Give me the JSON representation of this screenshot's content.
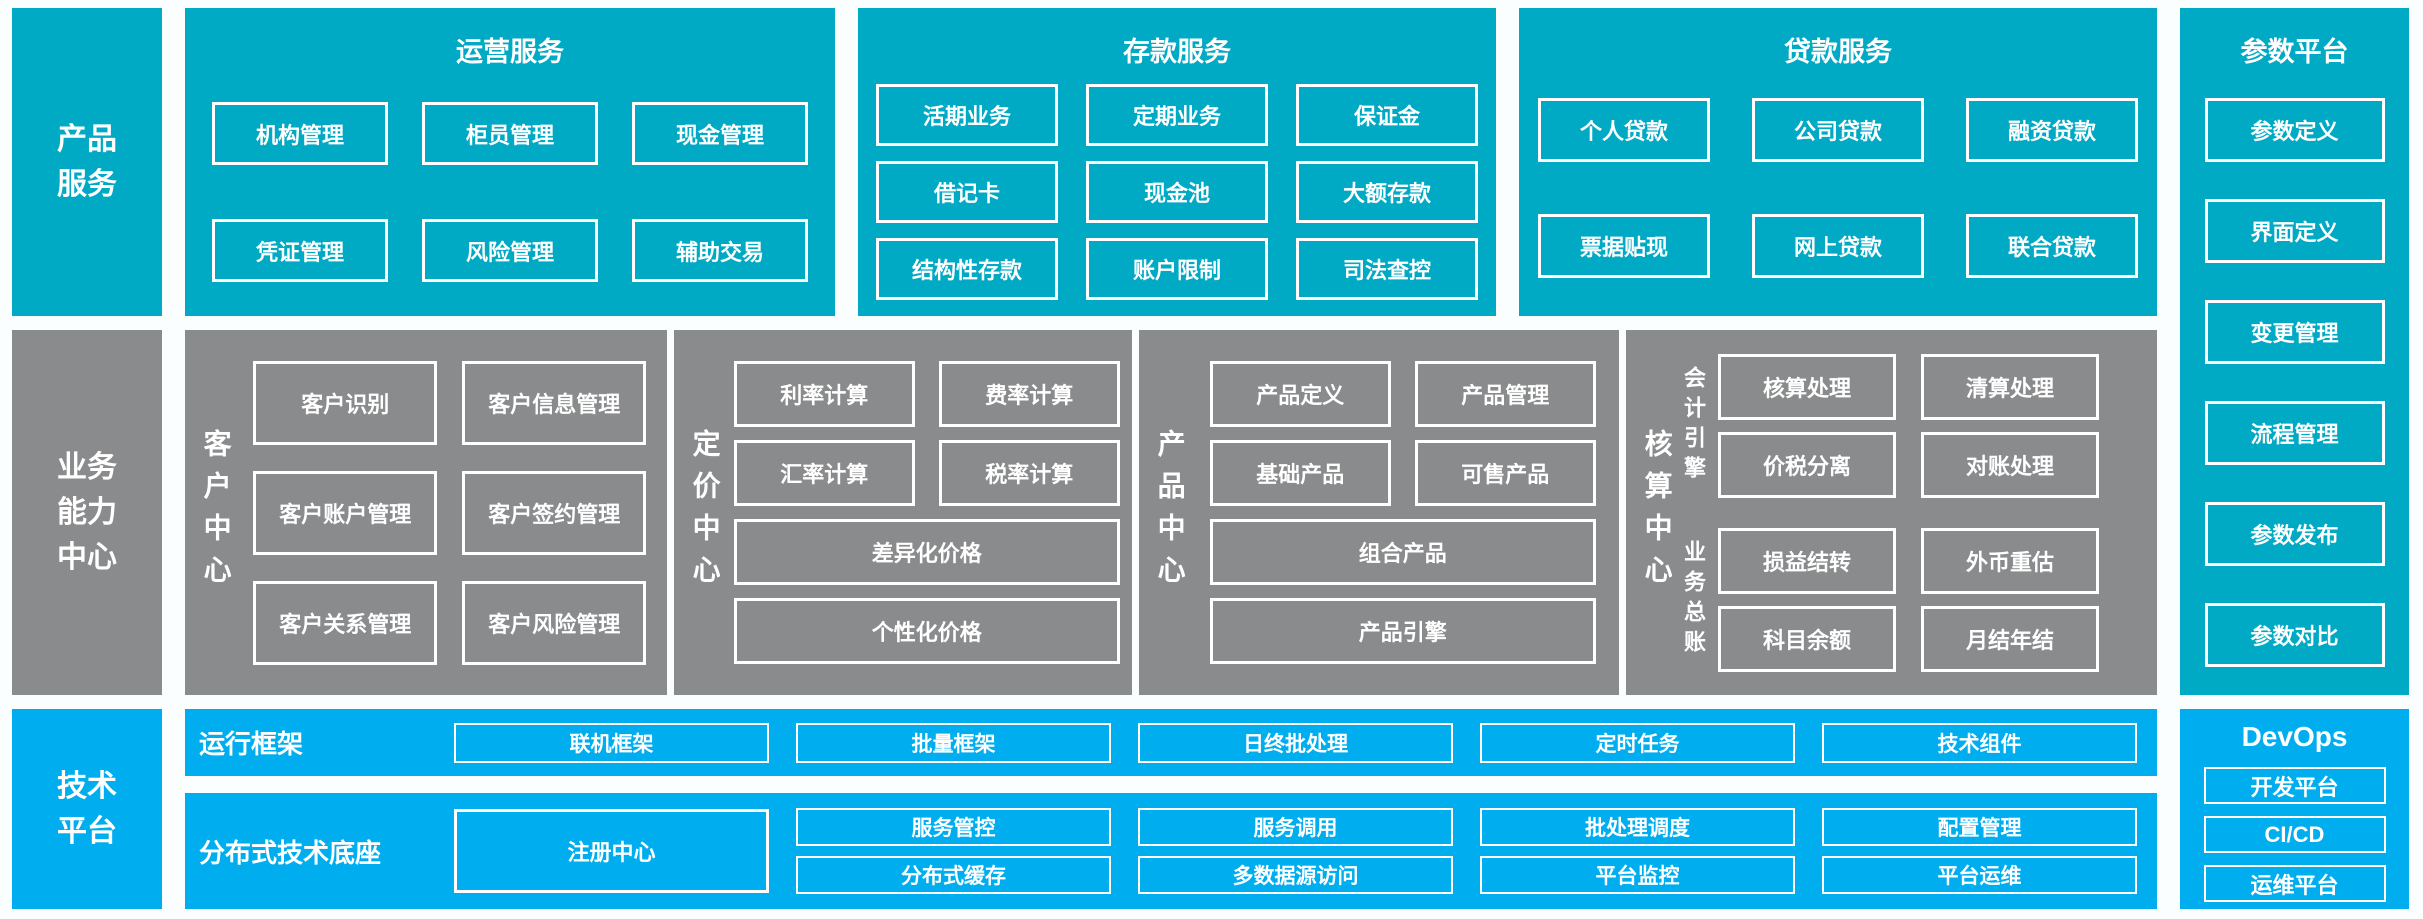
{
  "colors": {
    "teal": "#00a9c4",
    "blue": "#00aeef",
    "gray": "#8a8b8c",
    "text": "#ffffff",
    "bg": "#fbfeff"
  },
  "left_labels": {
    "product": "产品\n服务",
    "business": "业务\n能力\n中心",
    "tech": "技术\n平台"
  },
  "product_band": {
    "operations": {
      "title": "运营服务",
      "items": [
        "机构管理",
        "柜员管理",
        "现金管理",
        "凭证管理",
        "风险管理",
        "辅助交易"
      ]
    },
    "deposit": {
      "title": "存款服务",
      "items": [
        "活期业务",
        "定期业务",
        "保证金",
        "借记卡",
        "现金池",
        "大额存款",
        "结构性存款",
        "账户限制",
        "司法查控"
      ]
    },
    "loan": {
      "title": "贷款服务",
      "items": [
        "个人贷款",
        "公司贷款",
        "融资贷款",
        "票据贴现",
        "网上贷款",
        "联合贷款"
      ]
    }
  },
  "parameter_platform": {
    "title": "参数平台",
    "items": [
      "参数定义",
      "界面定义",
      "变更管理",
      "流程管理",
      "参数发布",
      "参数对比"
    ]
  },
  "business_band": {
    "customer": {
      "title": "客户中心",
      "items": [
        "客户识别",
        "客户信息管理",
        "客户账户管理",
        "客户签约管理",
        "客户关系管理",
        "客户风险管理"
      ]
    },
    "pricing": {
      "title": "定价中心",
      "items": [
        "利率计算",
        "费率计算",
        "汇率计算",
        "税率计算"
      ],
      "wide_items": [
        "差异化价格",
        "个性化价格"
      ]
    },
    "product": {
      "title": "产品中心",
      "items": [
        "产品定义",
        "产品管理",
        "基础产品",
        "可售产品"
      ],
      "wide_items": [
        "组合产品",
        "产品引擎"
      ]
    },
    "accounting": {
      "title": "核算中心",
      "groups": [
        {
          "label": "会计引擎",
          "items": [
            "核算处理",
            "清算处理",
            "价税分离",
            "对账处理"
          ]
        },
        {
          "label": "业务总账",
          "items": [
            "损益结转",
            "外币重估",
            "科目余额",
            "月结年结"
          ]
        }
      ]
    }
  },
  "tech_band": {
    "runtime": {
      "title": "运行框架",
      "items": [
        "联机框架",
        "批量框架",
        "日终批处理",
        "定时任务",
        "技术组件"
      ]
    },
    "base": {
      "title": "分布式技术底座",
      "registry": "注册中心",
      "row1": [
        "服务管控",
        "服务调用",
        "批处理调度",
        "配置管理"
      ],
      "row2": [
        "分布式缓存",
        "多数据源访问",
        "平台监控",
        "平台运维"
      ]
    },
    "devops": {
      "title": "DevOps",
      "items": [
        "开发平台",
        "CI/CD",
        "运维平台"
      ]
    }
  }
}
